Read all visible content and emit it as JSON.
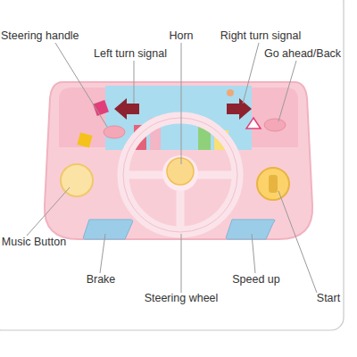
{
  "diagram": {
    "labels": [
      "Steering handle",
      "Left turn signal",
      "Horn",
      "Right turn signal",
      "Go ahead/Back",
      "Music Button",
      "Brake",
      "Steering wheel",
      "Speed up",
      "Start"
    ]
  }
}
